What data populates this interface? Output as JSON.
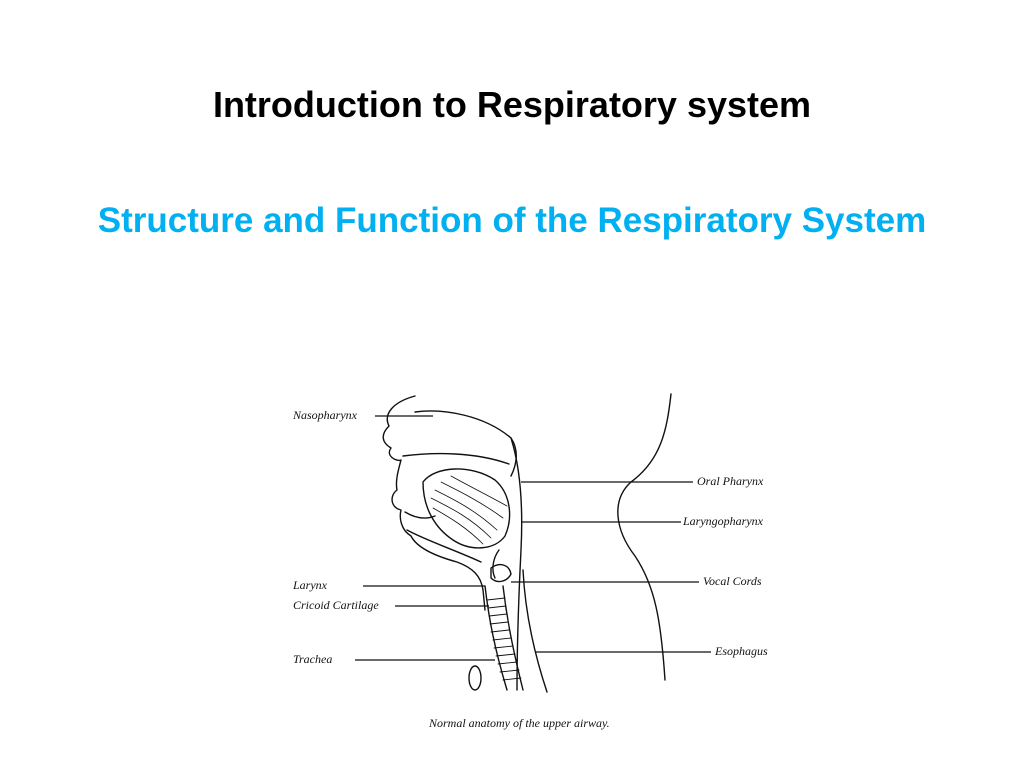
{
  "slide": {
    "title": "Introduction to Respiratory system",
    "subtitle": "Structure and Function of the Respiratory System"
  },
  "figure": {
    "labels_left": {
      "nasopharynx": "Nasopharynx",
      "larynx": "Larynx",
      "cricoid_cartilage": "Cricoid Cartilage",
      "trachea": "Trachea"
    },
    "labels_right": {
      "oral_pharynx": "Oral Pharynx",
      "laryngopharynx": "Laryngopharynx",
      "vocal_cords": "Vocal Cords",
      "esophagus": "Esophagus"
    },
    "caption": "Normal anatomy of the upper airway."
  },
  "colors": {
    "title": "#000000",
    "subtitle": "#00b0f0",
    "line_art": "#111111"
  }
}
